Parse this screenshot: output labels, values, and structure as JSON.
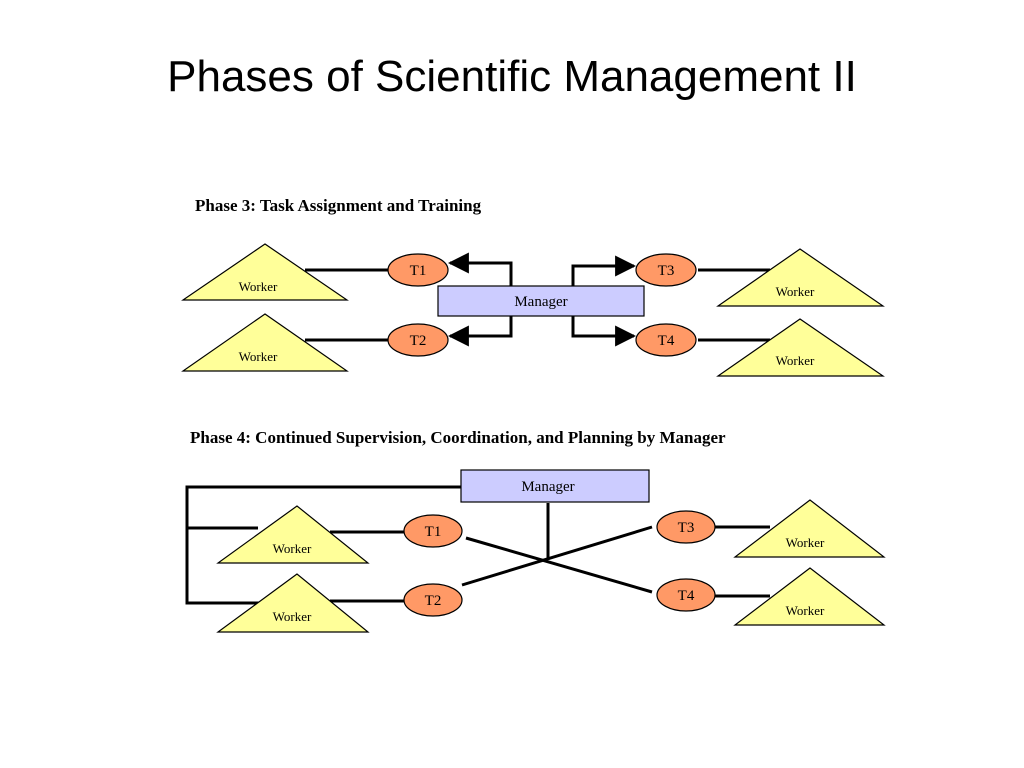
{
  "title": "Phases of Scientific Management II",
  "colors": {
    "worker_fill": "#ffff99",
    "task_fill": "#ff9966",
    "manager_fill": "#ccccff",
    "line": "#000000"
  },
  "phase3": {
    "heading": "Phase 3: Task Assignment and Training",
    "manager": "Manager",
    "tasks": [
      "T1",
      "T2",
      "T3",
      "T4"
    ],
    "workers": [
      "Worker",
      "Worker",
      "Worker",
      "Worker"
    ]
  },
  "phase4": {
    "heading": "Phase 4: Continued Supervision, Coordination, and Planning by Manager",
    "manager": "Manager",
    "tasks": [
      "T1",
      "T2",
      "T3",
      "T4"
    ],
    "workers": [
      "Worker",
      "Worker",
      "Worker",
      "Worker"
    ]
  }
}
